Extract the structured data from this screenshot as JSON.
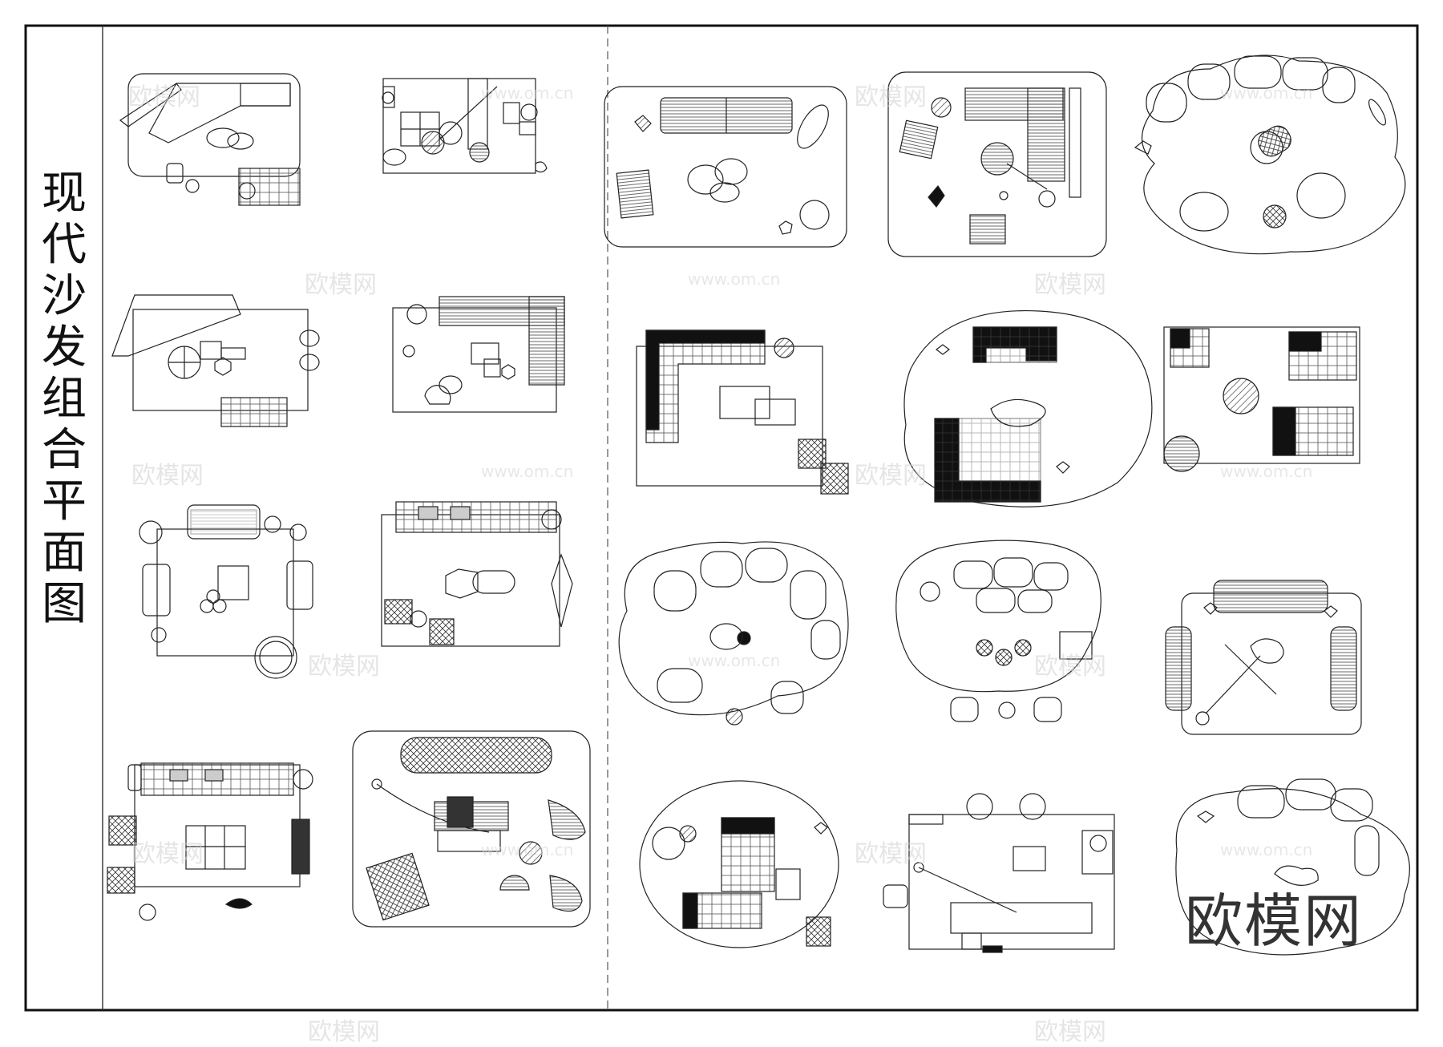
{
  "title": "现代沙发组合平面图",
  "brand_logo": "欧模网",
  "watermark": {
    "text": "欧模网",
    "url": "www.om.cn"
  },
  "layout": {
    "left_panel_groups": 8,
    "right_panel_groups": 12
  }
}
